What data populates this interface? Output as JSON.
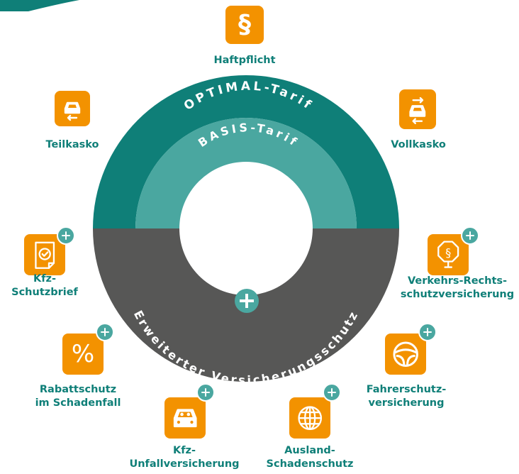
{
  "colors": {
    "outer_ring": "#0f7f78",
    "inner_ring": "#4aa7a0",
    "lower_ring": "#575756",
    "tile": "#f39200",
    "label": "#0f7f78",
    "plus": "#4aa7a0"
  },
  "ring": {
    "outer_label": "OPTIMAL-Tarif",
    "inner_label": "BASIS-Tarif",
    "lower_label": "Erweiterter Versicherungsschutz",
    "center_icon": "plus-icon"
  },
  "items": [
    {
      "id": "haftpflicht",
      "label": "Haftpflicht",
      "icon": "paragraph-icon",
      "glyph": "§",
      "addon": false
    },
    {
      "id": "teilkasko",
      "label": "Teilkasko",
      "icon": "car-partial-icon",
      "addon": false
    },
    {
      "id": "vollkasko",
      "label": "Vollkasko",
      "icon": "car-full-icon",
      "addon": false
    },
    {
      "id": "schutzbrief",
      "label": "Kfz-\nSchutzbrief",
      "label_line1": "Kfz-",
      "label_line2": "Schutzbrief",
      "icon": "certificate-icon",
      "addon": true
    },
    {
      "id": "rabattschutz",
      "label_line1": "Rabattschutz",
      "label_line2": "im Schadenfall",
      "icon": "percent-icon",
      "glyph": "%",
      "addon": true
    },
    {
      "id": "unfall",
      "label_line1": "Kfz-",
      "label_line2": "Unfallversicherung",
      "icon": "car-passengers-icon",
      "addon": true
    },
    {
      "id": "ausland",
      "label_line1": "Ausland-",
      "label_line2": "Schadenschutz",
      "icon": "globe-icon",
      "addon": true
    },
    {
      "id": "fahrer",
      "label_line1": "Fahrerschutz-",
      "label_line2": "versicherung",
      "icon": "steering-wheel-icon",
      "addon": true
    },
    {
      "id": "rechtsschutz",
      "label_line1": "Verkehrs-Rechts-",
      "label_line2": "schutzversicherung",
      "icon": "legal-sign-icon",
      "glyph": "§",
      "addon": true
    }
  ]
}
